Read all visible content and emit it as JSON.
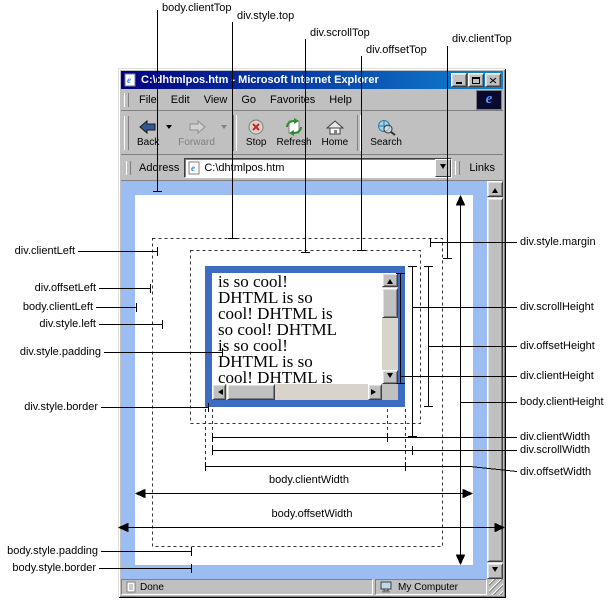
{
  "callouts": {
    "body_clientTop": "body.clientTop",
    "div_style_top": "div.style.top",
    "div_scrollTop": "div.scrollTop",
    "div_offsetTop": "div.offsetTop",
    "div_clientTop": "div.clientTop",
    "div_clientLeft": "div.clientLeft",
    "div_offsetLeft": "div.offsetLeft",
    "body_clientLeft": "body.clientLeft",
    "div_style_left": "div.style.left",
    "div_style_padding": "div.style.padding",
    "div_style_border": "div.style.border",
    "body_style_padding": "body.style.padding",
    "body_style_border": "body.style.border",
    "div_style_margin": "div.style.margin",
    "div_scrollHeight": "div.scrollHeight",
    "div_offsetHeight": "div.offsetHeight",
    "div_clientHeight": "div.clientHeight",
    "body_clientHeight": "body.clientHeight",
    "div_clientWidth": "div.clientWidth",
    "div_scrollWidth": "div.scrollWidth",
    "div_offsetWidth": "div.offsetWidth",
    "body_clientWidth": "body.clientWidth",
    "body_offsetWidth": "body.offsetWidth"
  },
  "window": {
    "title": "C:\\dhtmlpos.htm - Microsoft Internet Explorer",
    "menu": [
      "File",
      "Edit",
      "View",
      "Go",
      "Favorites",
      "Help"
    ],
    "logo_glyph": "e",
    "toolbar": {
      "back": "Back",
      "forward": "Forward",
      "stop": "Stop",
      "refresh": "Refresh",
      "home": "Home",
      "search": "Search"
    },
    "address": {
      "label": "Address",
      "value": "C:\\dhtmlpos.htm",
      "links": "Links"
    },
    "status": {
      "left": "Done",
      "right": "My Computer"
    }
  },
  "content": {
    "div_lines": [
      "is so cool!",
      "DHTML is so",
      "cool! DHTML is",
      "so cool! DHTML",
      "is so cool!",
      "DHTML is so",
      "cool! DHTML is"
    ]
  },
  "icons": {
    "title": "ie-document",
    "logo": "ie-e-logo",
    "back": "left-arrow",
    "forward": "right-arrow-disabled",
    "stop": "circle-with-red-x",
    "refresh": "page-with-green-arrows",
    "home": "house",
    "search": "globe-with-magnifier",
    "address_doc": "ie-document",
    "status_left": "document",
    "status_right": "computer"
  },
  "colors": {
    "titlebar_start": "#000080",
    "titlebar_end": "#1084d0",
    "chrome_gray": "#c0c0c0",
    "body_frame_blue": "#9bbdf2",
    "div_border_blue": "#3d6cc0",
    "disabled_text": "#808080",
    "stop_red": "#cc2222",
    "line_black": "#000000"
  }
}
